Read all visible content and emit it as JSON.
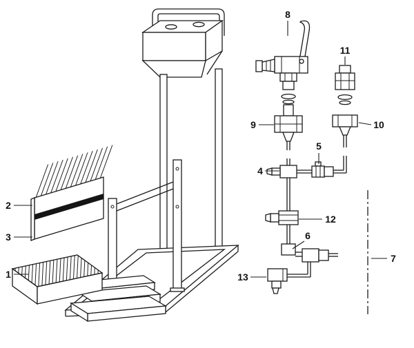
{
  "diagram": {
    "colors": {
      "line": "#1a1a1a",
      "background": "#ffffff",
      "band": "#151515"
    },
    "labels": [
      {
        "text": "1"
      },
      {
        "text": "2"
      },
      {
        "text": "3"
      },
      {
        "text": "4"
      },
      {
        "text": "5"
      },
      {
        "text": "6"
      },
      {
        "text": "7"
      },
      {
        "text": "8"
      },
      {
        "text": "9"
      },
      {
        "text": "10"
      },
      {
        "text": "11"
      },
      {
        "text": "12"
      },
      {
        "text": "13"
      }
    ]
  }
}
